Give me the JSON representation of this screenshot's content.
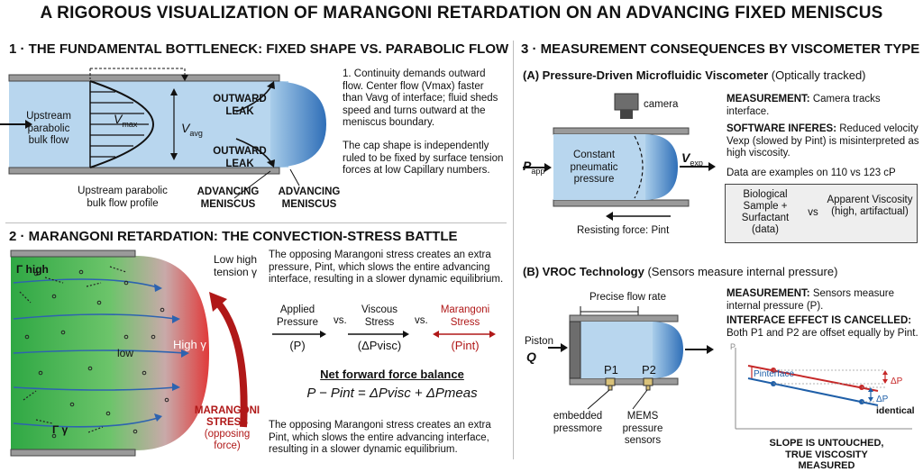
{
  "title": "A RIGOROUS VISUALIZATION OF MARANGONI RETARDATION ON AN ADVANCING FIXED MENISCUS",
  "s1": {
    "heading": "1 · THE FUNDAMENTAL BOTTLENECK: FIXED SHAPE VS. PARABOLIC FLOW",
    "upstream": "Upstream parabolic bulk flow",
    "vmax": "V",
    "vmax_sub": "max",
    "vavg": "V",
    "vavg_sub": "avg",
    "outward_leak_1": "OUTWARD LEAK",
    "outward_leak_2": "OUTWARD LEAK",
    "profile_label": "Upstream parabolic bulk flow profile",
    "adv1": "ADVANCING MENISCUS",
    "adv2": "ADVANCING MENISCUS",
    "note1": "1. Continuity demands outward flow. Center flow (Vmax) faster than Vavg of interface; fluid sheds speed and turns outward at the meniscus boundary.",
    "note2": "The cap shape is independently ruled to be fixed by surface tension forces at low Capillary numbers."
  },
  "s2": {
    "heading": "2 · MARANGONI RETARDATION: THE CONVECTION-STRESS BATTLE",
    "gamma_high": "Γ  high",
    "gamma_low": "Γ  γ",
    "low": "low",
    "high_gamma": "High γ",
    "low_high_tension": "Low high tension γ",
    "marangoni_stress": "MARANGONI STRESS",
    "opposing_force": "(opposing force)",
    "para1": "The opposing Marangoni stress creates an extra pressure, Pint, which slows the entire advancing interface, resulting in a slower dynamic equilibrium.",
    "applied": "Applied Pressure",
    "applied_sym": "(P)",
    "vs1": "vs.",
    "viscous": "Viscous Stress",
    "viscous_sym": "(ΔPvisc)",
    "vs2": "vs.",
    "marangoni": "Marangoni Stress",
    "marangoni_sym": "(Pint)",
    "balance_title": "Net forward force balance",
    "balance_eq": "P − Pint = ΔPvisc + ΔPmeas",
    "para2": "The opposing Marangoni stress creates an extra Pint, which slows the entire advancing interface, resulting in a slower dynamic equilibrium."
  },
  "s3": {
    "heading": "3 · MEASUREMENT CONSEQUENCES BY VISCOMETER TYPE",
    "a_heading_bold": "(A) Pressure-Driven Microfluidic Viscometer",
    "a_heading_rest": "(Optically tracked)",
    "camera": "camera",
    "p_app": "P",
    "p_app_sub": "app",
    "constant": "Constant pneumatic pressure",
    "v_exp": "V",
    "v_exp_sub": "exp",
    "resisting": "Resisting force: Pint",
    "meas_label": "MEASUREMENT:",
    "meas_text": "Camera tracks interface.",
    "sw_label": "SOFTWARE INFERES:",
    "sw_text": "Reduced velocity Vexp (slowed by Pint) is misinterpreted as high viscosity.",
    "data_note": "Data are examples on 110 vs 123 cP",
    "box_left": "Biological Sample + Surfactant (data)",
    "box_vs": "vs",
    "box_right": "Apparent Viscosity (high, artifactual)",
    "b_heading_bold": "(B) VROC Technology",
    "b_heading_rest": "(Sensors measure internal pressure)",
    "precise": "Precise flow rate",
    "piston": "Piston",
    "q": "Q",
    "p1": "P1",
    "p2": "P2",
    "embedded": "embedded pressmore",
    "mems": "MEMS pressure sensors",
    "b_meas_label": "MEASUREMENT:",
    "b_meas_text": "Sensors measure internal pressure (P).",
    "cancel_label": "INTERFACE EFFECT IS CANCELLED:",
    "cancel_text": "Both P1 and P2 are offset equally by Pint.",
    "graph_p": "P",
    "graph_pinterface": "Pinterface",
    "graph_dp1": "ΔP",
    "graph_dp2": "ΔP",
    "graph_identical": "identical",
    "slope": "SLOPE IS UNTOUCHED, TRUE VISCOSITY MEASURED"
  },
  "colors": {
    "accent_red": "#b01818",
    "fluid_blue": "#a9cdea",
    "meniscus_blue": "#3f7fc4",
    "gradient_green": "#35b04a",
    "gradient_red": "#e03a3a"
  }
}
